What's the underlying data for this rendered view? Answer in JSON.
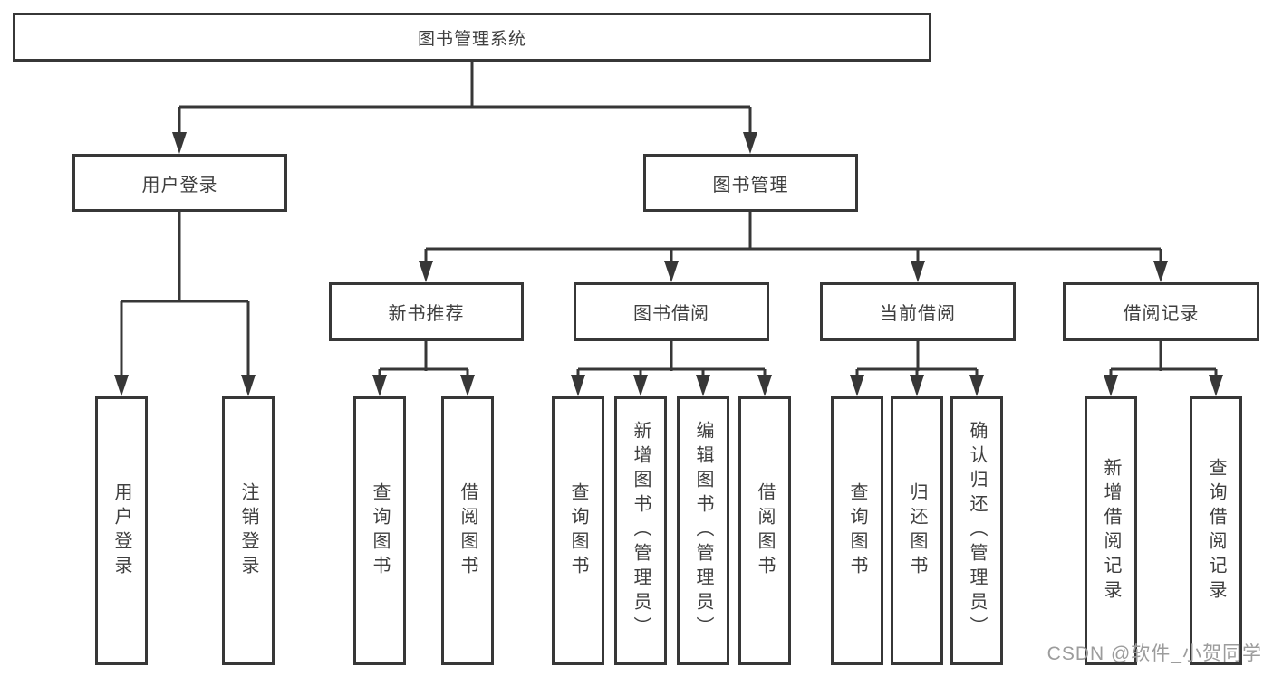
{
  "colors": {
    "background": "#ffffff",
    "line": "#373737",
    "box_border": "#373737",
    "text": "#3f3f3f",
    "watermark": "#9c9c9c"
  },
  "diagram": {
    "type": "tree",
    "nodes": {
      "root": "图书管理系统",
      "user_login": "用户登录",
      "book_management": "图书管理",
      "new_book_recommend": "新书推荐",
      "book_borrow": "图书借阅",
      "current_borrow": "当前借阅",
      "borrow_records": "借阅记录"
    },
    "leaves": {
      "user_login": [
        "用户登录",
        "注销登录"
      ],
      "new_book_recommend": [
        "查询图书",
        "借阅图书"
      ],
      "book_borrow": [
        "查询图书",
        "新增图书（管理员）",
        "编辑图书（管理员）",
        "借阅图书"
      ],
      "current_borrow": [
        "查询图书",
        "归还图书",
        "确认归还（管理员）"
      ],
      "borrow_records": [
        "新增借阅记录",
        "查询借阅记录"
      ]
    }
  },
  "watermark": {
    "text": "CSDN @软件_小贺同学"
  }
}
